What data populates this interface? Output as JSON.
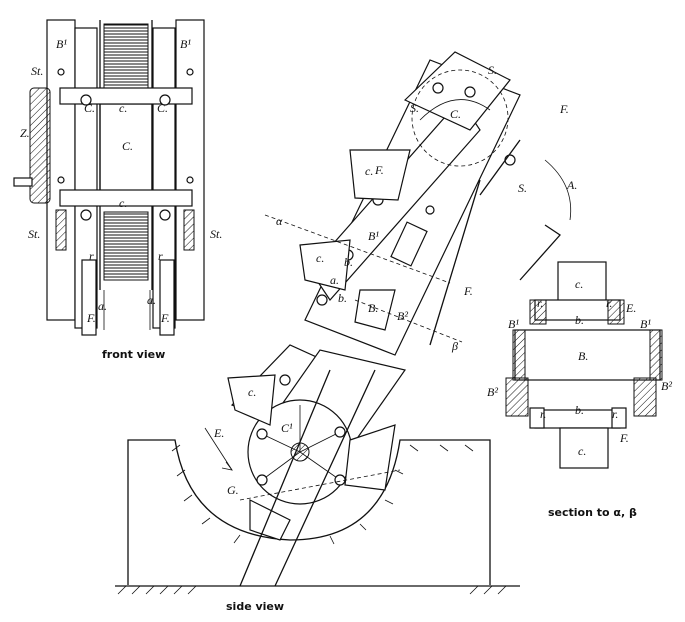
{
  "captions": {
    "front_view": "front view",
    "side_view": "side view",
    "section": "section to α, β"
  },
  "front_labels": {
    "B1_left": "B¹",
    "B1_right": "B¹",
    "St_top_left": "St.",
    "St_bottom_left": "St.",
    "St_right": "St.",
    "Z": "Z.",
    "C_left": "C.",
    "C_mid": "C.",
    "C_right": "C.",
    "c_upper": "c.",
    "c_lower": "c.",
    "r_left": "r",
    "r_right": "r",
    "a_left": "a.",
    "a_right": "a.",
    "F_left": "F.",
    "F_right": "F."
  },
  "side_labels": {
    "S_top": "S.",
    "S_mid": "S.",
    "S_right": "S.",
    "C_upper": "C.",
    "c_upper": "c.",
    "F_top": "F.",
    "F_mid": "F.",
    "F_long": "F.",
    "A": "A.",
    "alpha": "α",
    "beta": "β",
    "B1": "B¹",
    "B": "B.",
    "B2": "B²",
    "b_upper": "b.",
    "b_lower": "b.",
    "a": "a.",
    "c_mid": "c.",
    "c_lower": "c.",
    "C1": "C¹",
    "E": "E.",
    "G": "G."
  },
  "section_labels": {
    "c_top": "c.",
    "r_tl": "r.",
    "r_tr": "r.",
    "E_top": "E.",
    "B1_left": "B¹",
    "B1_right": "B¹",
    "b_top": "b.",
    "B": "B.",
    "B2_left": "B²",
    "B2_right": "B²",
    "r_bl": "r.",
    "r_br": "r.",
    "b_bottom": "b.",
    "c_bottom": "c.",
    "F": "F."
  }
}
